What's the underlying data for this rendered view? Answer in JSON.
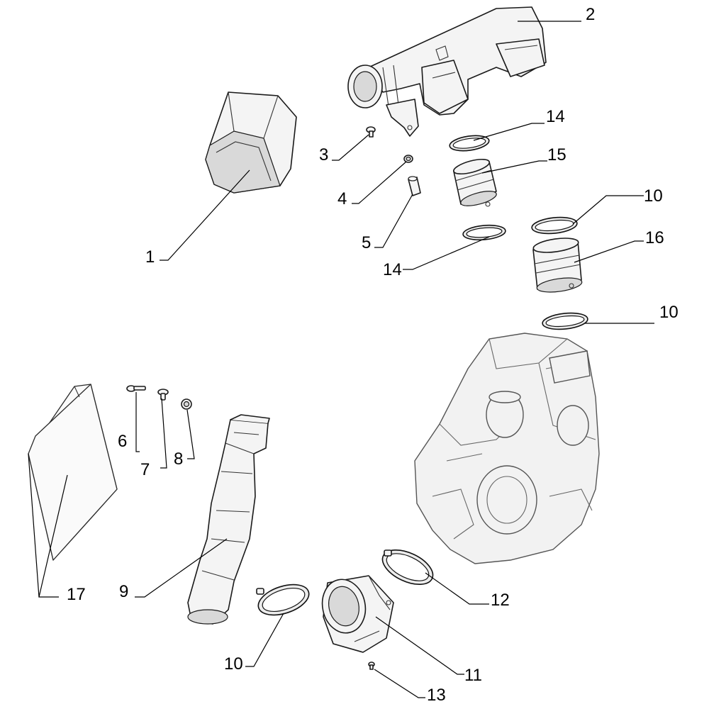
{
  "diagram": {
    "callouts": [
      {
        "id": "c1",
        "label": "1"
      },
      {
        "id": "c2",
        "label": "2"
      },
      {
        "id": "c3",
        "label": "3"
      },
      {
        "id": "c4",
        "label": "4"
      },
      {
        "id": "c5",
        "label": "5"
      },
      {
        "id": "c6",
        "label": "6"
      },
      {
        "id": "c7",
        "label": "7"
      },
      {
        "id": "c8",
        "label": "8"
      },
      {
        "id": "c9",
        "label": "9"
      },
      {
        "id": "c10a",
        "label": "10"
      },
      {
        "id": "c10b",
        "label": "10"
      },
      {
        "id": "c10c",
        "label": "10"
      },
      {
        "id": "c11",
        "label": "11"
      },
      {
        "id": "c12",
        "label": "12"
      },
      {
        "id": "c13",
        "label": "13"
      },
      {
        "id": "c14a",
        "label": "14"
      },
      {
        "id": "c14b",
        "label": "14"
      },
      {
        "id": "c15",
        "label": "15"
      },
      {
        "id": "c16",
        "label": "16"
      },
      {
        "id": "c17",
        "label": "17"
      }
    ],
    "colors": {
      "line": "#1a1a1a",
      "fill": "#f4f4f4",
      "background": "#ffffff"
    }
  }
}
